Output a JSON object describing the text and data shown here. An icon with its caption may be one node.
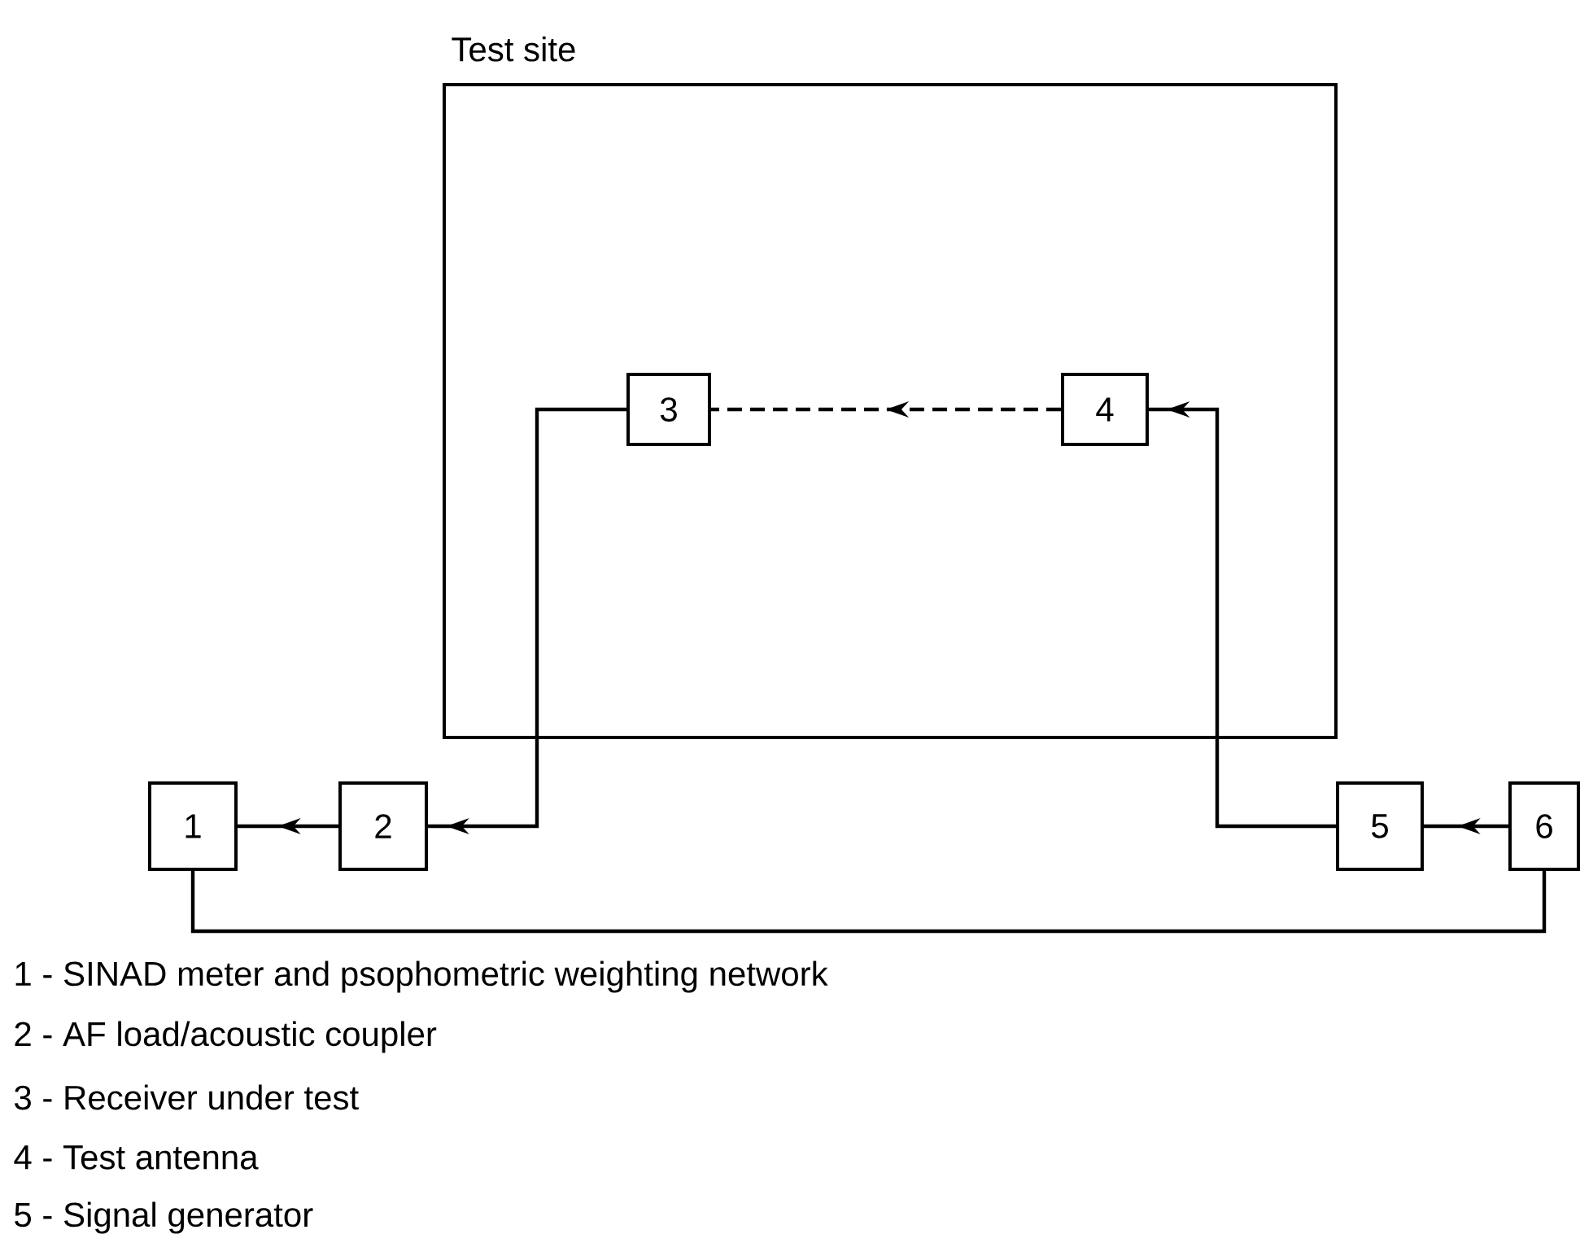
{
  "diagram": {
    "nodes": [
      {
        "text": [
          "Test site"
        ]
      },
      {
        "text": [
          "1"
        ]
      },
      {
        "text": [
          "2"
        ]
      },
      {
        "text": [
          "3"
        ],
        "in": 0
      },
      {
        "text": [
          "4"
        ],
        "in": 0
      },
      {
        "text": [
          "5"
        ]
      },
      {
        "text": [
          "6"
        ]
      }
    ],
    "edges": [
      {
        "from": 4,
        "to": 3,
        "arrow": "to",
        "style": "dashed"
      },
      {
        "from": 5,
        "to": 4,
        "arrow": "to"
      },
      {
        "from": 3,
        "to": 2,
        "arrow": "to"
      },
      {
        "from": 2,
        "to": 1,
        "arrow": "to"
      },
      {
        "from": 6,
        "to": 5,
        "arrow": "to"
      },
      {
        "from": 1,
        "to": 6,
        "arrow": "none"
      }
    ],
    "labels": [
      "1 - SINAD meter and psophometric weighting network",
      "2 - AF load/acoustic coupler",
      "3 - Receiver under test",
      "4 - Test antenna",
      "5 - Signal generator"
    ]
  }
}
